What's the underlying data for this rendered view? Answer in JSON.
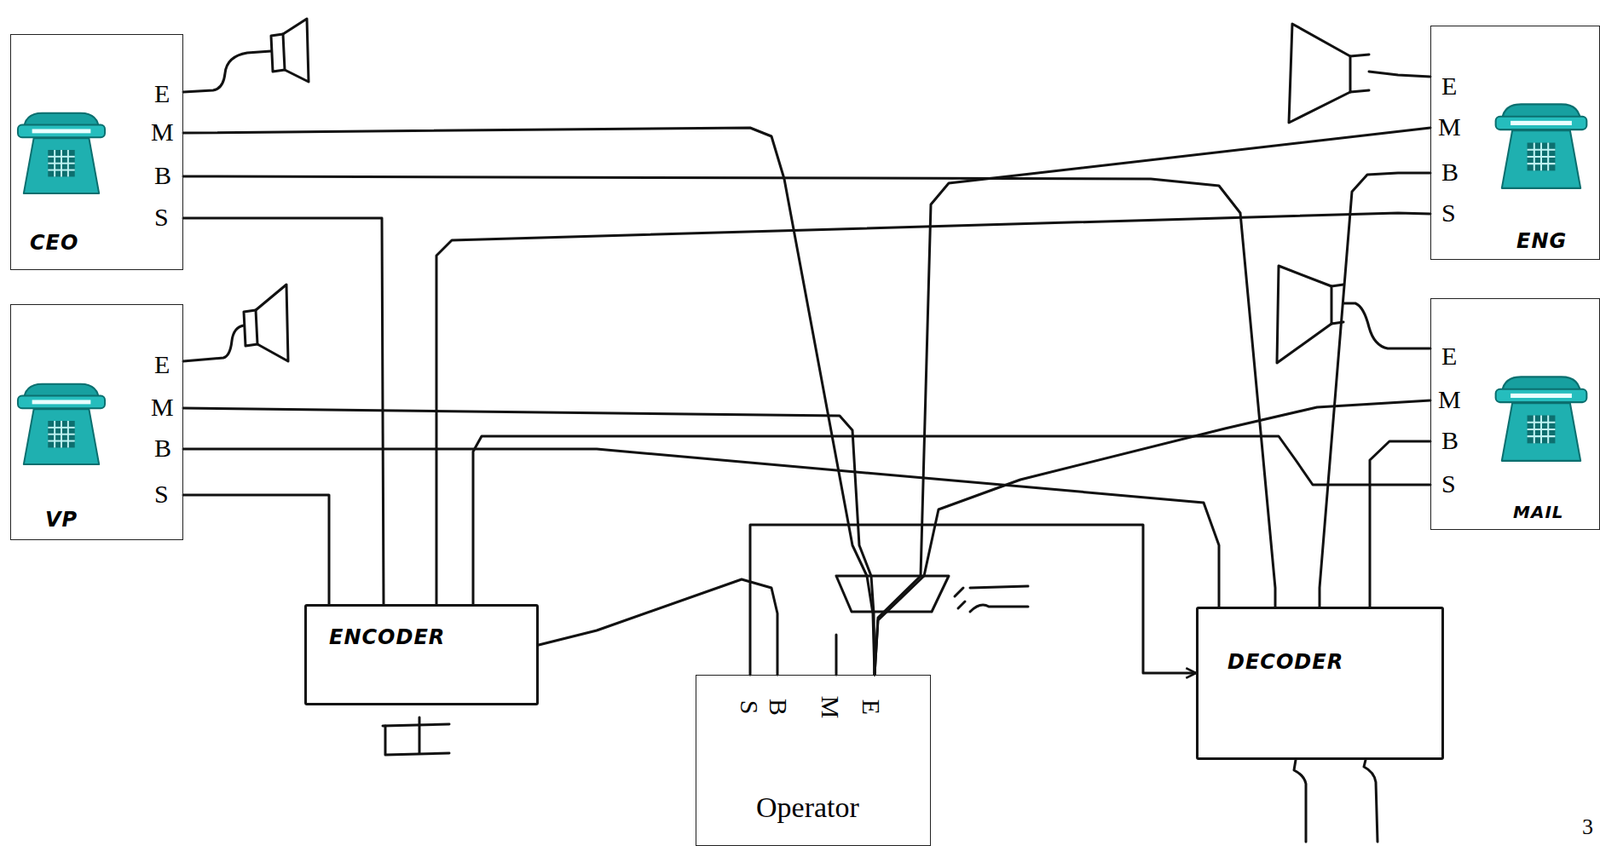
{
  "diagram": {
    "nodes": [
      {
        "text": [
          "E",
          "M",
          "B",
          "S",
          "CEO"
        ]
      },
      {
        "text": [
          "E",
          "M",
          "B",
          "S",
          "ENG"
        ]
      },
      {
        "text": [
          "E",
          "M",
          "B",
          "S",
          "VP"
        ]
      },
      {
        "text": [
          "E",
          "M",
          "B",
          "S",
          "MAIL"
        ]
      },
      {
        "text": [
          "ENCODER"
        ]
      },
      {
        "text": [
          "S",
          "B",
          "M",
          "E",
          "Operator"
        ]
      },
      {
        "text": [
          "DECODER"
        ]
      }
    ],
    "edges": [
      {
        "from": 0,
        "to": 4,
        "arrow": "none"
      },
      {
        "from": 2,
        "to": 4,
        "arrow": "none"
      },
      {
        "from": 1,
        "to": 4,
        "arrow": "none"
      },
      {
        "from": 3,
        "to": 4,
        "arrow": "none"
      },
      {
        "from": 4,
        "to": 5,
        "arrow": "none"
      },
      {
        "from": 0,
        "to": 5,
        "arrow": "none"
      },
      {
        "from": 2,
        "to": 5,
        "arrow": "none"
      },
      {
        "from": 1,
        "to": 5,
        "arrow": "none"
      },
      {
        "from": 3,
        "to": 5,
        "arrow": "none"
      },
      {
        "from": 5,
        "to": 6,
        "arrow": "to"
      },
      {
        "from": 6,
        "to": 0,
        "arrow": "none"
      },
      {
        "from": 6,
        "to": 2,
        "arrow": "none"
      },
      {
        "from": 6,
        "to": 1,
        "arrow": "none"
      },
      {
        "from": 6,
        "to": 3,
        "arrow": "none"
      }
    ],
    "labels": [
      "3"
    ]
  }
}
